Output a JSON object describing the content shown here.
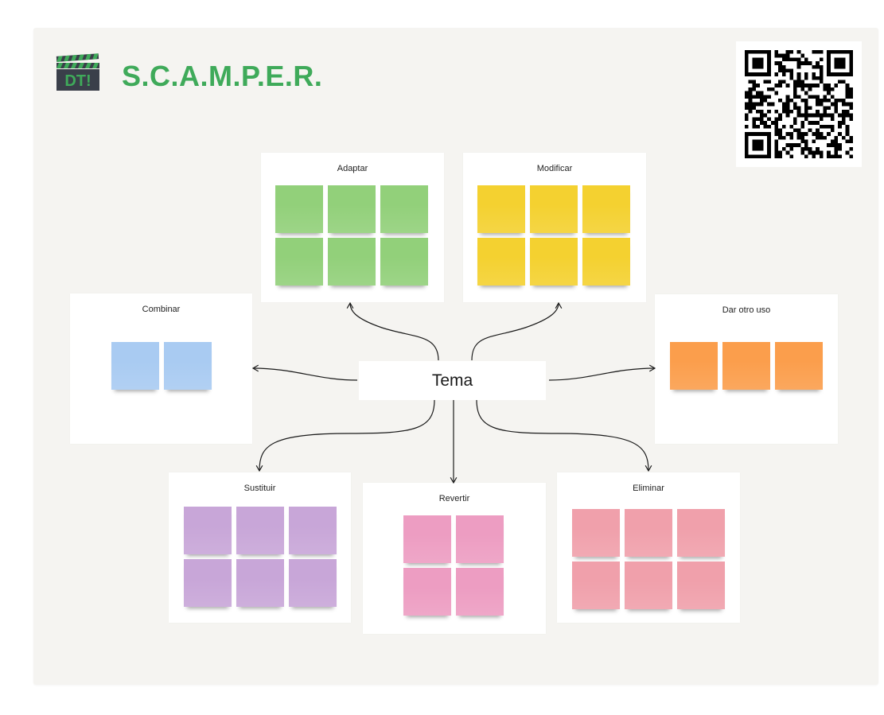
{
  "board": {
    "title": "S.C.A.M.P.E.R.",
    "logo": {
      "icon": "clapperboard-icon",
      "text": "DT!",
      "body_color": "#3a3f4a",
      "accent_color": "#3faa5a"
    },
    "qr_code": {
      "icon": "qr-code-icon"
    },
    "central_topic": "Tema",
    "colors": {
      "canvas_bg": "#f5f4f1",
      "title": "#3faa5a",
      "connector": "#1a1a1a"
    }
  },
  "frames": [
    {
      "id": "adaptar",
      "label": "Adaptar",
      "color": "#92d07a",
      "sticky_count": 6,
      "columns": 3
    },
    {
      "id": "modificar",
      "label": "Modificar",
      "color": "#f4d130",
      "sticky_count": 6,
      "columns": 3
    },
    {
      "id": "combinar",
      "label": "Combinar",
      "color": "#a9cbf2",
      "sticky_count": 2,
      "columns": 2
    },
    {
      "id": "dar-otro-uso",
      "label": "Dar otro uso",
      "color": "#fb9e4c",
      "sticky_count": 3,
      "columns": 3
    },
    {
      "id": "sustituir",
      "label": "Sustituir",
      "color": "#c8a6d8",
      "sticky_count": 6,
      "columns": 3
    },
    {
      "id": "revertir",
      "label": "Revertir",
      "color": "#ed9dc2",
      "sticky_count": 4,
      "columns": 2
    },
    {
      "id": "eliminar",
      "label": "Eliminar",
      "color": "#f0a0ab",
      "sticky_count": 6,
      "columns": 3
    }
  ],
  "connectors": [
    {
      "from": "Tema",
      "to": "Adaptar"
    },
    {
      "from": "Tema",
      "to": "Modificar"
    },
    {
      "from": "Tema",
      "to": "Combinar"
    },
    {
      "from": "Tema",
      "to": "Dar otro uso"
    },
    {
      "from": "Tema",
      "to": "Sustituir"
    },
    {
      "from": "Tema",
      "to": "Revertir"
    },
    {
      "from": "Tema",
      "to": "Eliminar"
    }
  ]
}
